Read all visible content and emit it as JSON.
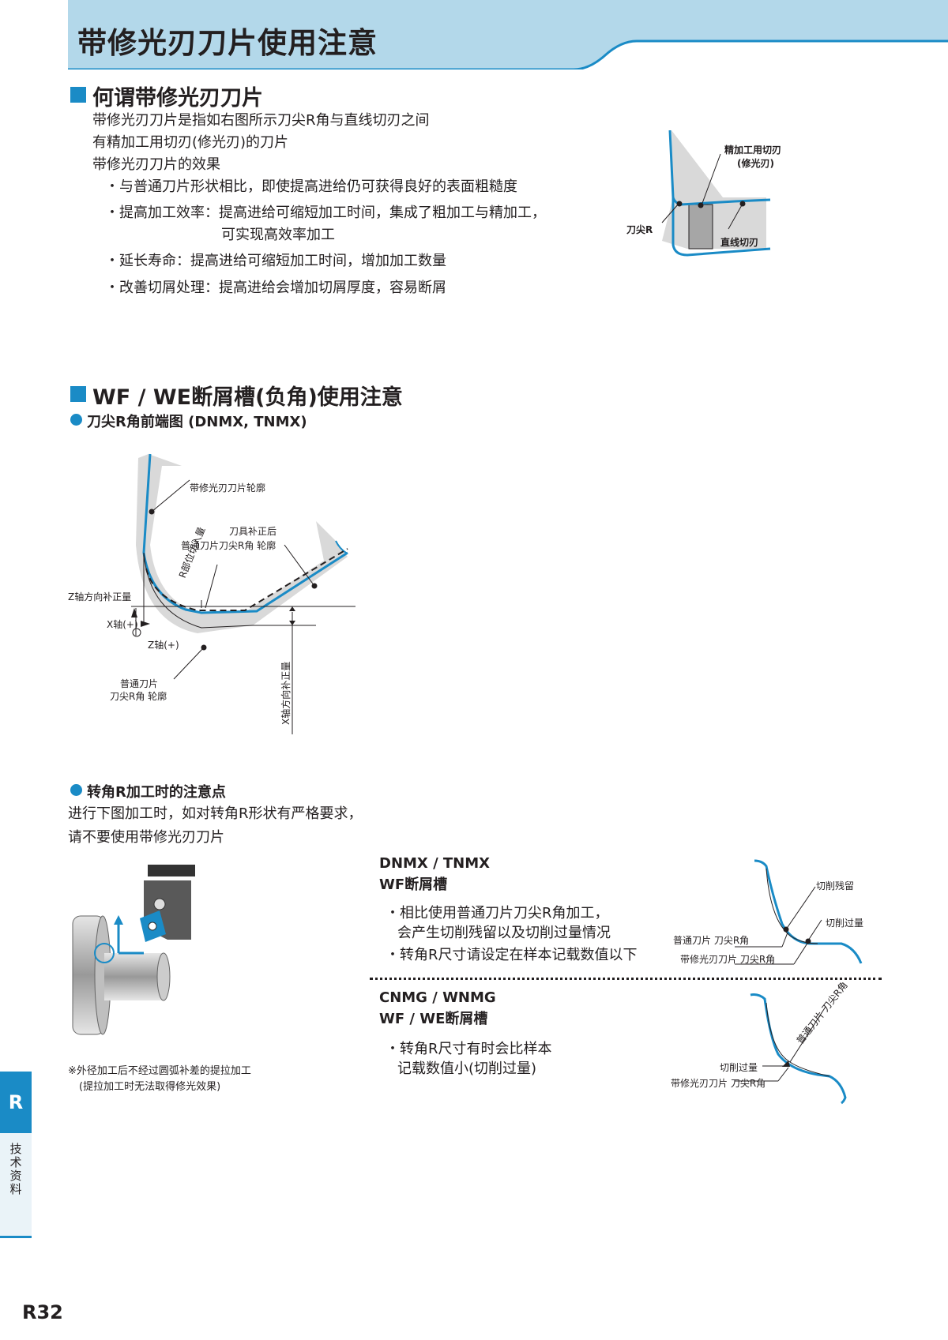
{
  "header": {
    "title": "带修光刃刀片使用注意"
  },
  "section1": {
    "title": "何谓带修光刃刀片",
    "lines": [
      "带修光刃刀片是指如右图所示刀尖R角与直线切刃之间",
      "有精加工用切刃(修光刃)的刀片",
      "带修光刃刀片的效果"
    ],
    "bullets": [
      "・与普通刀片形状相比，即使提高进给仍可获得良好的表面粗糙度",
      "・提高加工效率：提高进给可缩短加工时间，集成了粗加工与精加工，",
      "可实现高效率加工",
      "・延长寿命：提高进给可缩短加工时间，增加加工数量",
      "・改善切屑处理：提高进给会增加切屑厚度，容易断屑"
    ],
    "diagram": {
      "finish_edge_1": "精加工用切刃",
      "finish_edge_2": "(修光刃)",
      "nose_r": "刀尖R",
      "straight_edge": "直线切刃"
    }
  },
  "section2": {
    "title": "WF / WE断屑槽(负角)使用注意",
    "sub1": "刀尖R角前端图 (DNMX, TNMX)",
    "diagram": {
      "wiper_contour": "带修光刃刀片轮廓",
      "after_comp_1": "刀具补正后",
      "after_comp_2": "普通刀片刀尖R角 轮廓",
      "z_comp": "Z轴方向补正量",
      "r_depth": "R部位切入量",
      "x_axis": "X轴(+)",
      "z_axis": "Z轴(+)",
      "normal_1": "普通刀片",
      "normal_2": "刀尖R角 轮廓",
      "x_comp": "X轴方向补正量"
    },
    "sub2": "转角R加工时的注意点",
    "sub2_lines": [
      "进行下图加工时，如对转角R形状有严格要求，",
      "请不要使用带修光刃刀片"
    ],
    "footnote_1": "※外径加工后不经过圆弧补差的提拉加工",
    "footnote_2": "(提拉加工时无法取得修光效果)",
    "dnmx": {
      "title_1": "DNMX / TNMX",
      "title_2": "WF断屑槽",
      "bullet_1a": "・相比使用普通刀片刀尖R角加工，",
      "bullet_1b": "会产生切削残留以及切削过量情况",
      "bullet_2": "・转角R尺寸请设定在样本记载数值以下",
      "d_residual": "切削残留",
      "d_over": "切削过量",
      "d_normal": "普通刀片 刀尖R角",
      "d_wiper": "带修光刃刀片 刀尖R角"
    },
    "cnmg": {
      "title_1": "CNMG / WNMG",
      "title_2": "WF / WE断屑槽",
      "bullet_1a": "・转角R尺寸有时会比样本",
      "bullet_1b": "记载数值小(切削过量)",
      "d_normal": "普通刀片 刀尖R角",
      "d_over": "切削过量",
      "d_wiper": "带修光刃刀片 刀尖R角"
    }
  },
  "side_tab": {
    "letter": "R",
    "label": "技术资料"
  },
  "page_number": "R32",
  "colors": {
    "accent": "#1a8bc6",
    "header_band": "#b3d8ea",
    "insert_gray": "#d9d9d9"
  }
}
